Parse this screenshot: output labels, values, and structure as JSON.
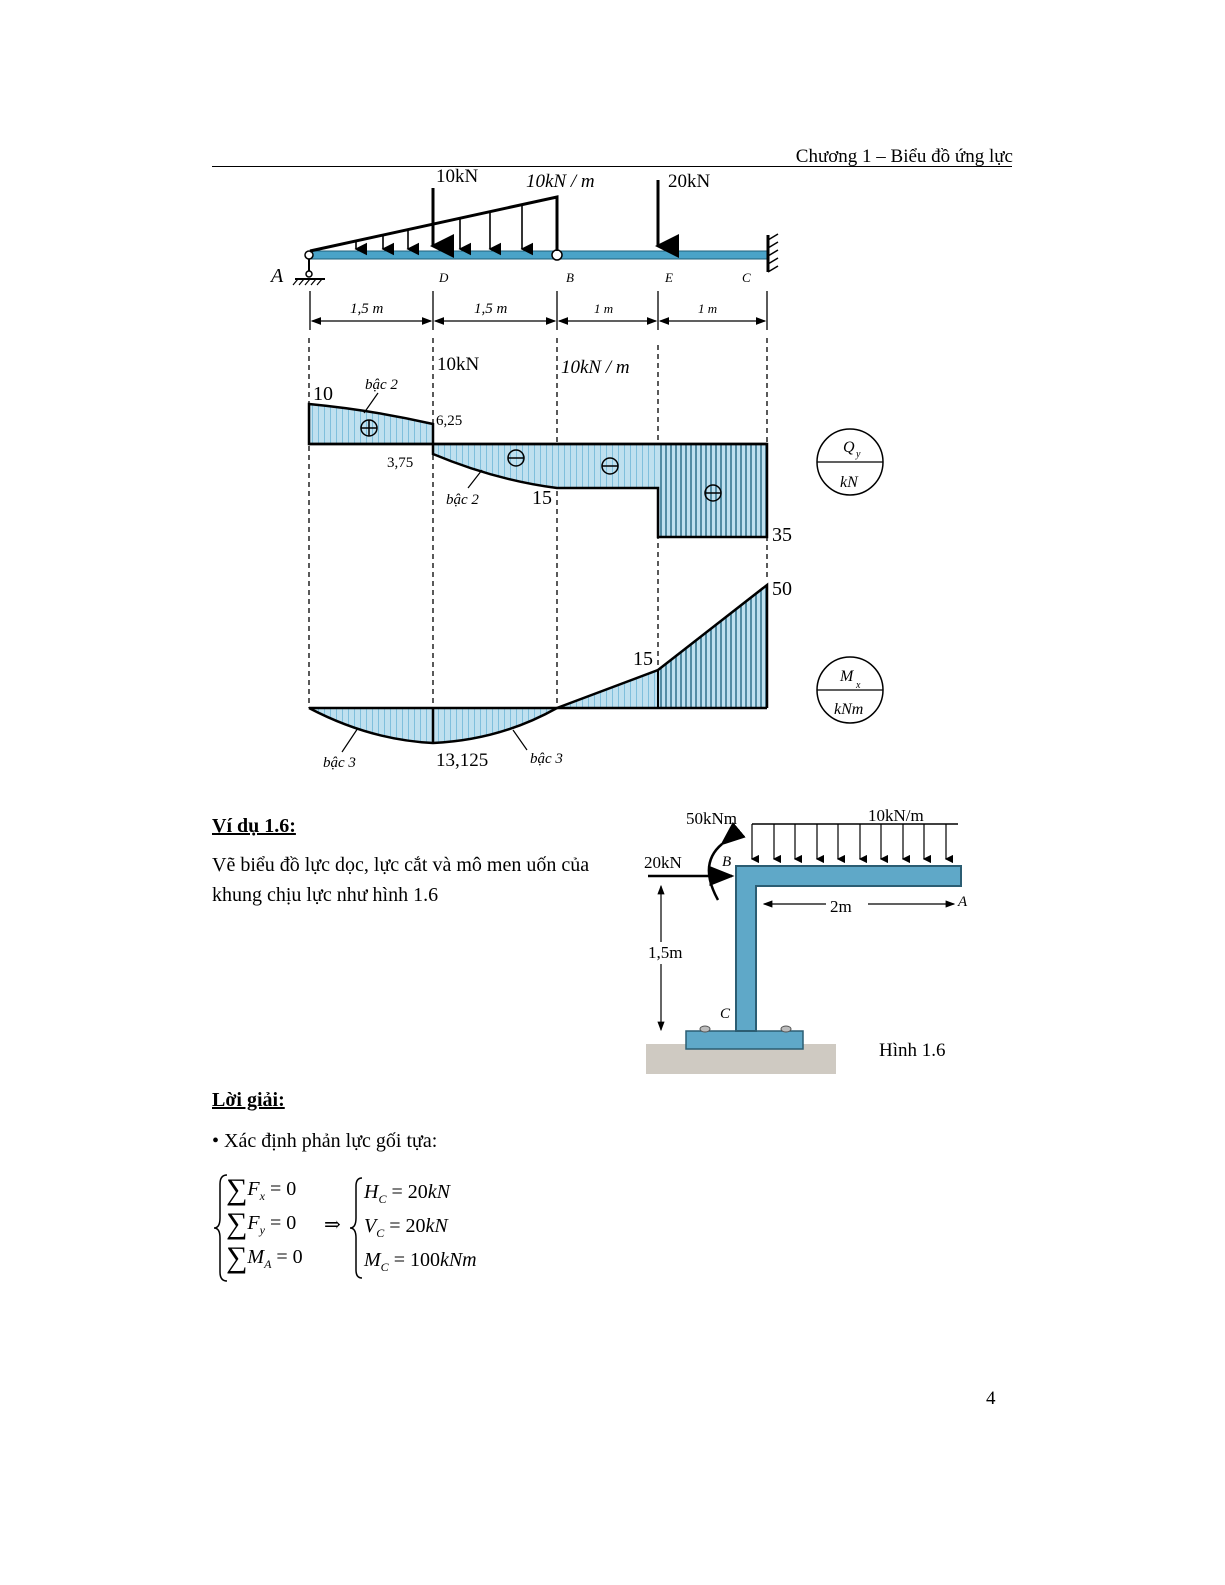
{
  "header": {
    "chapter": "Chương 1 – Biểu đồ ứng lực"
  },
  "beam_figure": {
    "loads": {
      "point_d": "10kN",
      "distributed": "10kN / m",
      "point_e": "20kN"
    },
    "points": {
      "a": "A",
      "d": "D",
      "b": "B",
      "e": "E",
      "c": "C"
    },
    "dims": [
      "1,5 m",
      "1,5 m",
      "1 m",
      "1 m"
    ],
    "shear": {
      "top_labels": {
        "d": "10kN",
        "b": "10kN / m"
      },
      "values": {
        "v10": "10",
        "v625": "6,25",
        "v375": "3,75",
        "v15": "15",
        "v35": "35"
      },
      "curve_labels": [
        "bậc 2",
        "bậc 2"
      ],
      "legend": {
        "top": "Q",
        "sub": "y",
        "bottom": "kN"
      }
    },
    "moment": {
      "values": {
        "v50": "50",
        "v15": "15",
        "v13125": "13,125"
      },
      "curve_labels": [
        "bậc 3",
        "bậc 3"
      ],
      "legend": {
        "top": "M",
        "sub": "x",
        "bottom": "kNm"
      }
    }
  },
  "example": {
    "title": "Ví dụ 1.6:",
    "text": "Vẽ biểu đồ  lực dọc, lực cắt và mô men uốn của khung chịu lực như hình 1.6"
  },
  "frame_figure": {
    "moment": "50kNm",
    "distributed": "10kN/m",
    "horizontal_force": "20kN",
    "span": "2m",
    "height": "1,5m",
    "labels": {
      "b": "B",
      "a": "A",
      "c": "C"
    },
    "caption": "Hình 1.6",
    "colors": {
      "frame": "#5fa8c8",
      "ground": "#cfcac2"
    }
  },
  "solution": {
    "title": "Lời giải:",
    "step": "• Xác định phản lực gối tựa:",
    "equations": [
      {
        "sym": "∑",
        "var": "F",
        "sub": "x",
        "rhs": " = 0"
      },
      {
        "sym": "∑",
        "var": "F",
        "sub": "y",
        "rhs": " = 0"
      },
      {
        "sym": "∑",
        "var": "M",
        "sub": "A",
        "rhs": " = 0"
      }
    ],
    "implies": "⇒",
    "results": [
      {
        "var": "H",
        "sub": "C",
        "rhs": " = 20",
        "unit": "kN"
      },
      {
        "var": "V",
        "sub": "C",
        "rhs": " = 20",
        "unit": "kN"
      },
      {
        "var": "M",
        "sub": "C",
        "rhs": " = 100",
        "unit": "kNm"
      }
    ]
  },
  "page_number": "4",
  "colors": {
    "diagram_fill": "#bfe0ef",
    "beam": "#4aa3c8",
    "diagram_hatch": "#7fbfdc"
  }
}
